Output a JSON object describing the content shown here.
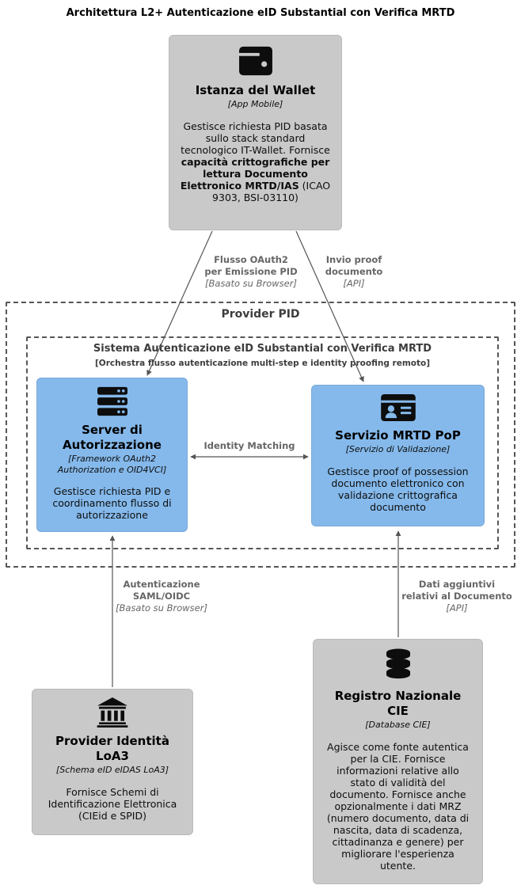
{
  "title": "Architettura L2+ Autenticazione eID Substantial con Verifica MRTD",
  "colors": {
    "node_gray": "#c9c9c9",
    "node_blue": "#85b9eb",
    "edge": "#555555",
    "edge_label": "#666666",
    "boundary_border": "#565656",
    "boundary_label": "#3d3d3d"
  },
  "boundaries": {
    "provider_pid": {
      "label": "Provider PID"
    },
    "sistema": {
      "label": "Sistema Autenticazione eID Substantial con Verifica MRTD",
      "sublabel": "[Orchestra flusso autenticazione multi-step e identity proofing remoto]"
    }
  },
  "nodes": {
    "wallet": {
      "icon": "wallet-icon",
      "name": "Istanza del Wallet",
      "type": "[App Mobile]",
      "desc": [
        "Gestisce richiesta PID basata sullo stack standard tecnologico IT-Wallet. Fornisce ",
        "capacità crittografiche per lettura Documento Elettronico MRTD/IAS",
        " (ICAO 9303, BSI-03110)"
      ]
    },
    "auth_server": {
      "icon": "server-icon",
      "name": "Server di\nAutorizzazione",
      "type": "[Framework OAuth2 Authorization e OID4VCI]",
      "desc": "Gestisce richiesta PID e coordinamento flusso di autorizzazione"
    },
    "mrtd_pop": {
      "icon": "id-card-icon",
      "name": "Servizio MRTD PoP",
      "type": "[Servizio di Validazione]",
      "desc": "Gestisce proof of possession documento elettronico con validazione crittografica documento"
    },
    "idp": {
      "icon": "bank-icon",
      "name": "Provider Identità\nLoA3",
      "type": "[Schema eID eIDAS LoA3]",
      "desc": "Fornisce Schemi di Identificazione Elettronica (CIEid e SPID)"
    },
    "cie_registry": {
      "icon": "database-icon",
      "name": "Registro Nazionale\nCIE",
      "type": "[Database CIE]",
      "desc": "Agisce come fonte autentica per la CIE. Fornisce informazioni relative allo stato di validità del documento. Fornisce anche opzionalmente i dati MRZ (numero documento, data di nascita, data di scadenza, cittadinanza e genere) per migliorare l'esperienza utente."
    }
  },
  "edges": {
    "oauth_pid": {
      "label": "Flusso OAuth2\nper Emissione PID",
      "tech": "[Basato su Browser]"
    },
    "proof_doc": {
      "label": "Invio proof\ndocumento",
      "tech": "[API]"
    },
    "identity_matching": {
      "label": "Identity Matching"
    },
    "saml_oidc": {
      "label": "Autenticazione\nSAML/OIDC",
      "tech": "[Basato su Browser]"
    },
    "dati_documento": {
      "label": "Dati aggiuntivi\nrelativi al Documento",
      "tech": "[API]"
    }
  }
}
